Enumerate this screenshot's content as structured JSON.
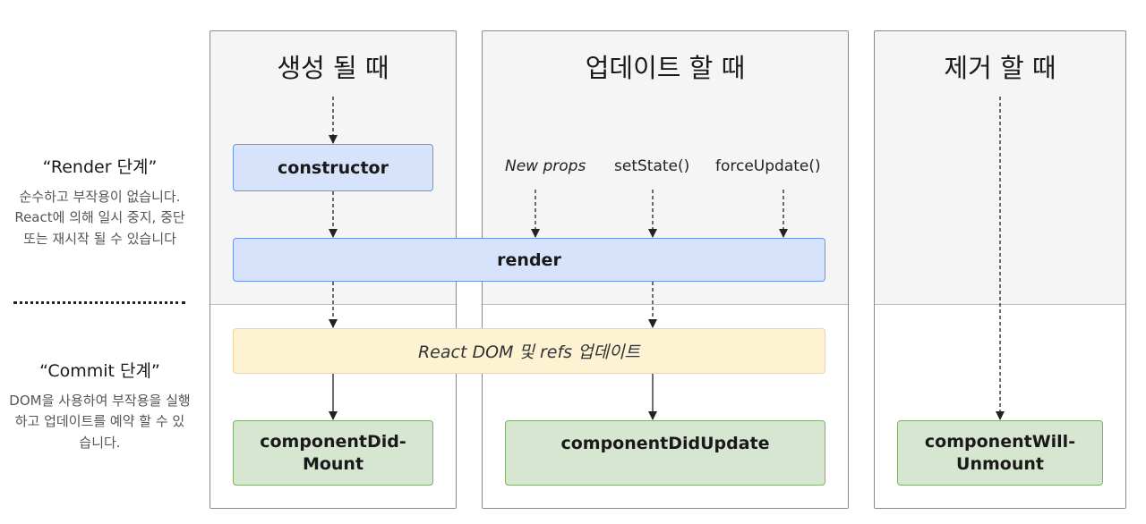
{
  "left": {
    "render_phase": {
      "title": "“Render 단계”",
      "desc": "순수하고 부작용이 없습니다. React에 의해 일시 중지, 중단 또는 재시작 될 수 있습니다"
    },
    "commit_phase": {
      "title": "“Commit 단계”",
      "desc": "DOM을 사용하여 부작용을 실행하고 업데이트를 예약 할 수 있습니다."
    }
  },
  "columns": {
    "mount": {
      "title": "생성 될 때"
    },
    "update": {
      "title": "업데이트 할 때"
    },
    "unmount": {
      "title": "제거 할 때"
    }
  },
  "triggers": {
    "new_props": "New props",
    "set_state": "setState()",
    "force_update": "forceUpdate()"
  },
  "boxes": {
    "constructor": "constructor",
    "render": "render",
    "react_dom": "React DOM 및 refs 업데이트",
    "did_mount": "componentDid-\nMount",
    "did_update": "componentDidUpdate",
    "will_unmount": "componentWill-\nUnmount"
  },
  "colors": {
    "blue_fill": "#d7e3fb",
    "blue_border": "#6b94e6",
    "yellow_fill": "#fdf3d3",
    "yellow_border": "#efd697",
    "green_fill": "#d6e6d0",
    "green_border": "#7fae70",
    "column_border": "#8a8a8a",
    "render_phase_bg": "#f5f5f5"
  }
}
